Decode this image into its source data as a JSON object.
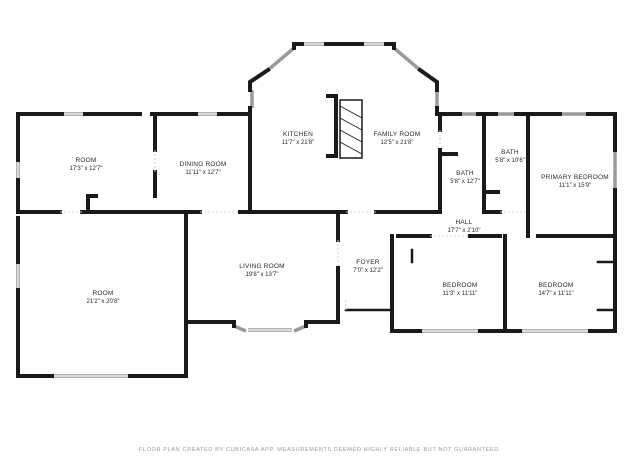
{
  "rooms": {
    "room_left": {
      "name": "ROOM",
      "dims": "17'3\" x 12'7\""
    },
    "dining_room": {
      "name": "DINING ROOM",
      "dims": "11'11\" x 12'7\""
    },
    "kitchen": {
      "name": "KITCHEN",
      "dims": "11'7\" x 21'8\""
    },
    "family_room": {
      "name": "FAMILY ROOM",
      "dims": "12'5\" x 21'8\""
    },
    "bath_1": {
      "name": "BATH",
      "dims": "5'8\" x 12'7\""
    },
    "bath_2": {
      "name": "BATH",
      "dims": "5'8\" x 10'6\""
    },
    "primary_bedroom": {
      "name": "PRIMARY BEDROOM",
      "dims": "11'1\" x 15'9\""
    },
    "hall": {
      "name": "HALL",
      "dims": "17'7\" x 2'10\""
    },
    "room_large": {
      "name": "ROOM",
      "dims": "21'2\" x 20'8\""
    },
    "living_room": {
      "name": "LIVING ROOM",
      "dims": "19'8\" x 13'7\""
    },
    "foyer": {
      "name": "FOYER",
      "dims": "7'0\" x 12'2\""
    },
    "bedroom_1": {
      "name": "BEDROOM",
      "dims": "11'3\" x 11'11\""
    },
    "bedroom_2": {
      "name": "BEDROOM",
      "dims": "14'7\" x 11'11\""
    }
  },
  "footer": "FLOOR PLAN CREATED BY CUBICASA APP. MEASUREMENTS DEEMED HIGHLY RELIABLE BUT NOT GUARANTEED."
}
